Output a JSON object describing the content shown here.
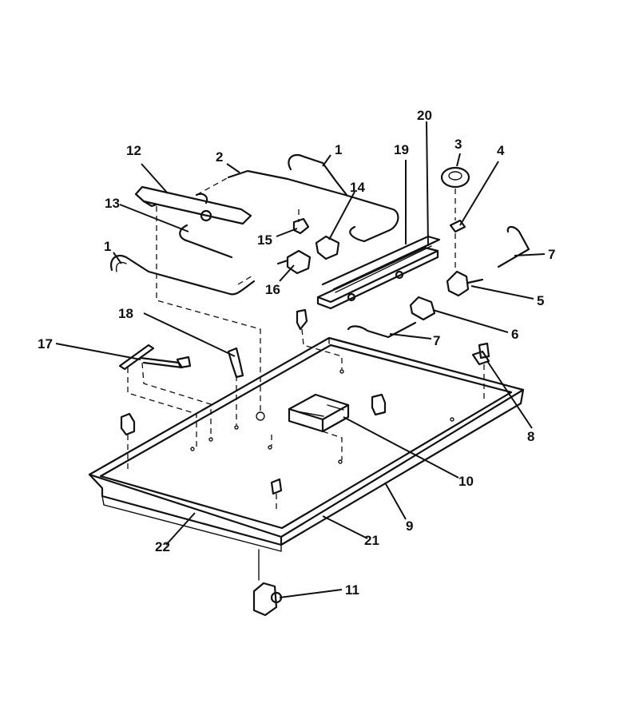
{
  "diagram": {
    "callouts": [
      {
        "id": "c1a",
        "text": "1"
      },
      {
        "id": "c1b",
        "text": "1"
      },
      {
        "id": "c2",
        "text": "2"
      },
      {
        "id": "c3",
        "text": "3"
      },
      {
        "id": "c4",
        "text": "4"
      },
      {
        "id": "c5",
        "text": "5"
      },
      {
        "id": "c6",
        "text": "6"
      },
      {
        "id": "c7a",
        "text": "7"
      },
      {
        "id": "c7b",
        "text": "7"
      },
      {
        "id": "c8",
        "text": "8"
      },
      {
        "id": "c9",
        "text": "9"
      },
      {
        "id": "c10",
        "text": "10"
      },
      {
        "id": "c11",
        "text": "11"
      },
      {
        "id": "c12",
        "text": "12"
      },
      {
        "id": "c13",
        "text": "13"
      },
      {
        "id": "c14",
        "text": "14"
      },
      {
        "id": "c15",
        "text": "15"
      },
      {
        "id": "c16",
        "text": "16"
      },
      {
        "id": "c17",
        "text": "17"
      },
      {
        "id": "c18",
        "text": "18"
      },
      {
        "id": "c19",
        "text": "19"
      },
      {
        "id": "c20",
        "text": "20"
      },
      {
        "id": "c21",
        "text": "21"
      },
      {
        "id": "c22",
        "text": "22"
      }
    ]
  }
}
